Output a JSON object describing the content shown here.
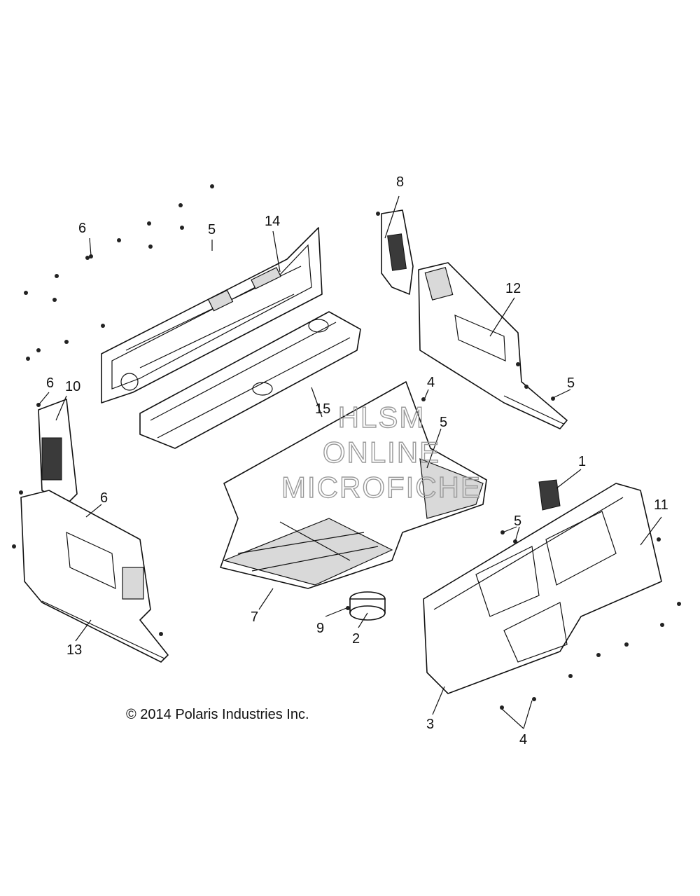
{
  "diagram": {
    "callouts": [
      "1",
      "2",
      "3",
      "4",
      "5",
      "6",
      "7",
      "8",
      "9",
      "10",
      "11",
      "12",
      "13",
      "14",
      "15"
    ],
    "labels": {
      "l1": "1",
      "l2": "2",
      "l3": "3",
      "l4a": "4",
      "l4b": "4",
      "l5a": "5",
      "l5b": "5",
      "l5c": "5",
      "l5d": "5",
      "l6a": "6",
      "l6b": "6",
      "l6c": "6",
      "l7": "7",
      "l8": "8",
      "l9": "9",
      "l10": "10",
      "l11": "11",
      "l12": "12",
      "l13": "13",
      "l14": "14",
      "l15": "15"
    },
    "copyright": "© 2014 Polaris Industries Inc.",
    "watermark": {
      "line1": "HLSM",
      "line2": "ONLINE",
      "line3": "MICROFICHE"
    }
  }
}
